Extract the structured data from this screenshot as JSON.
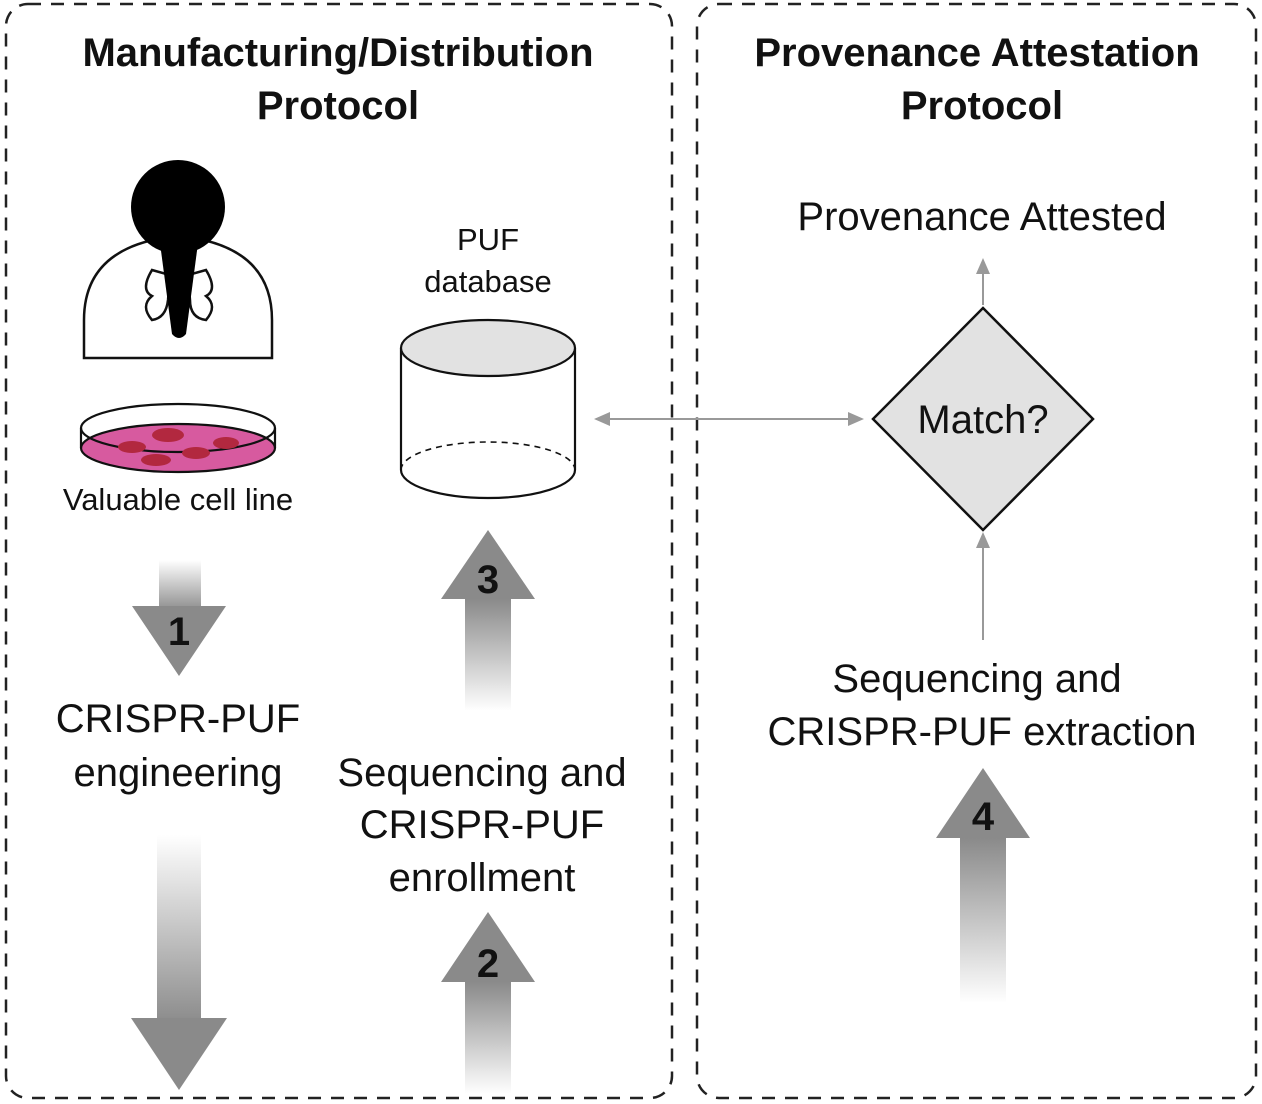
{
  "left_panel": {
    "title_line1": "Manufacturing/Distribution",
    "title_line2": "Protocol",
    "cell_line_label": "Valuable cell line",
    "database_label_line1": "PUF",
    "database_label_line2": "database",
    "step1_label_line1": "CRISPR-PUF",
    "step1_label_line2": "engineering",
    "step23_label_line1": "Sequencing and",
    "step23_label_line2": "CRISPR-PUF",
    "step23_label_line3": "enrollment"
  },
  "right_panel": {
    "title_line1": "Provenance Attestation",
    "title_line2": "Protocol",
    "result_label": "Provenance Attested",
    "decision_label": "Match?",
    "step4_label_line1": "Sequencing and",
    "step4_label_line2": "CRISPR-PUF extraction"
  },
  "steps": {
    "step1": "1",
    "step2": "2",
    "step3": "3",
    "step4": "4"
  },
  "colors": {
    "dish_fill": "#d75a9f",
    "cell_color": "#b2283f",
    "shape_gray": "#e2e2e2",
    "arrow_dark": "#8a8a8a",
    "connector_gray": "#999999"
  }
}
